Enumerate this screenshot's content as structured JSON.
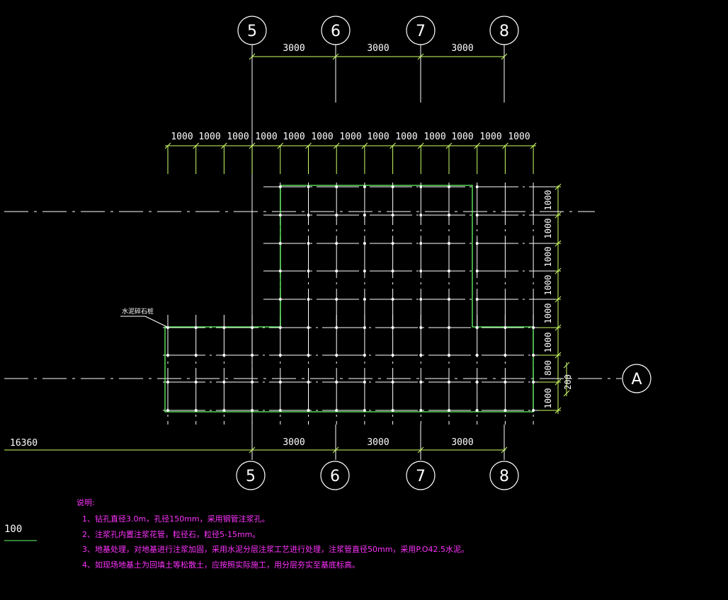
{
  "colors": {
    "background": "#000000",
    "line": "#ffffff",
    "outline": "#66ff66",
    "dimension": "#ccff66",
    "notes": "#ff33ff",
    "nodes": "#ffffff"
  },
  "axes": {
    "top": [
      "5",
      "6",
      "7",
      "8"
    ],
    "bottom": [
      "5",
      "6",
      "7",
      "8"
    ],
    "right": "A"
  },
  "dims": {
    "top_bays": [
      "3000",
      "3000",
      "3000"
    ],
    "bottom_bays": [
      "3000",
      "3000",
      "3000"
    ],
    "top_sub": [
      "1000",
      "1000",
      "1000",
      "1000",
      "1000",
      "1000",
      "1000",
      "1000",
      "1000",
      "1000",
      "1000",
      "1000",
      "1000"
    ],
    "right": [
      "1000",
      "1000",
      "1000",
      "1000",
      "1000",
      "1000",
      "800",
      "1000"
    ],
    "right_extra": "200"
  },
  "labels": {
    "grout_label": "水泥碎石桩",
    "level_left": "16360",
    "level_small": "100"
  },
  "notes": {
    "title": "说明:",
    "items": [
      "1、钻孔直径3.0m，孔径150mm，采用钢管注浆孔。",
      "2、注浆孔内置注浆花管，粒径石，粒径5-15mm。",
      "3、地基处理，对地基进行注浆加固，采用水泥分层注浆工艺进行处理，注浆管直径50mm，采用P.O42.5水泥。",
      "4、如现场地基土为回填土等松散土，应按照实际施工，用分层夯实至基底标高。"
    ]
  }
}
